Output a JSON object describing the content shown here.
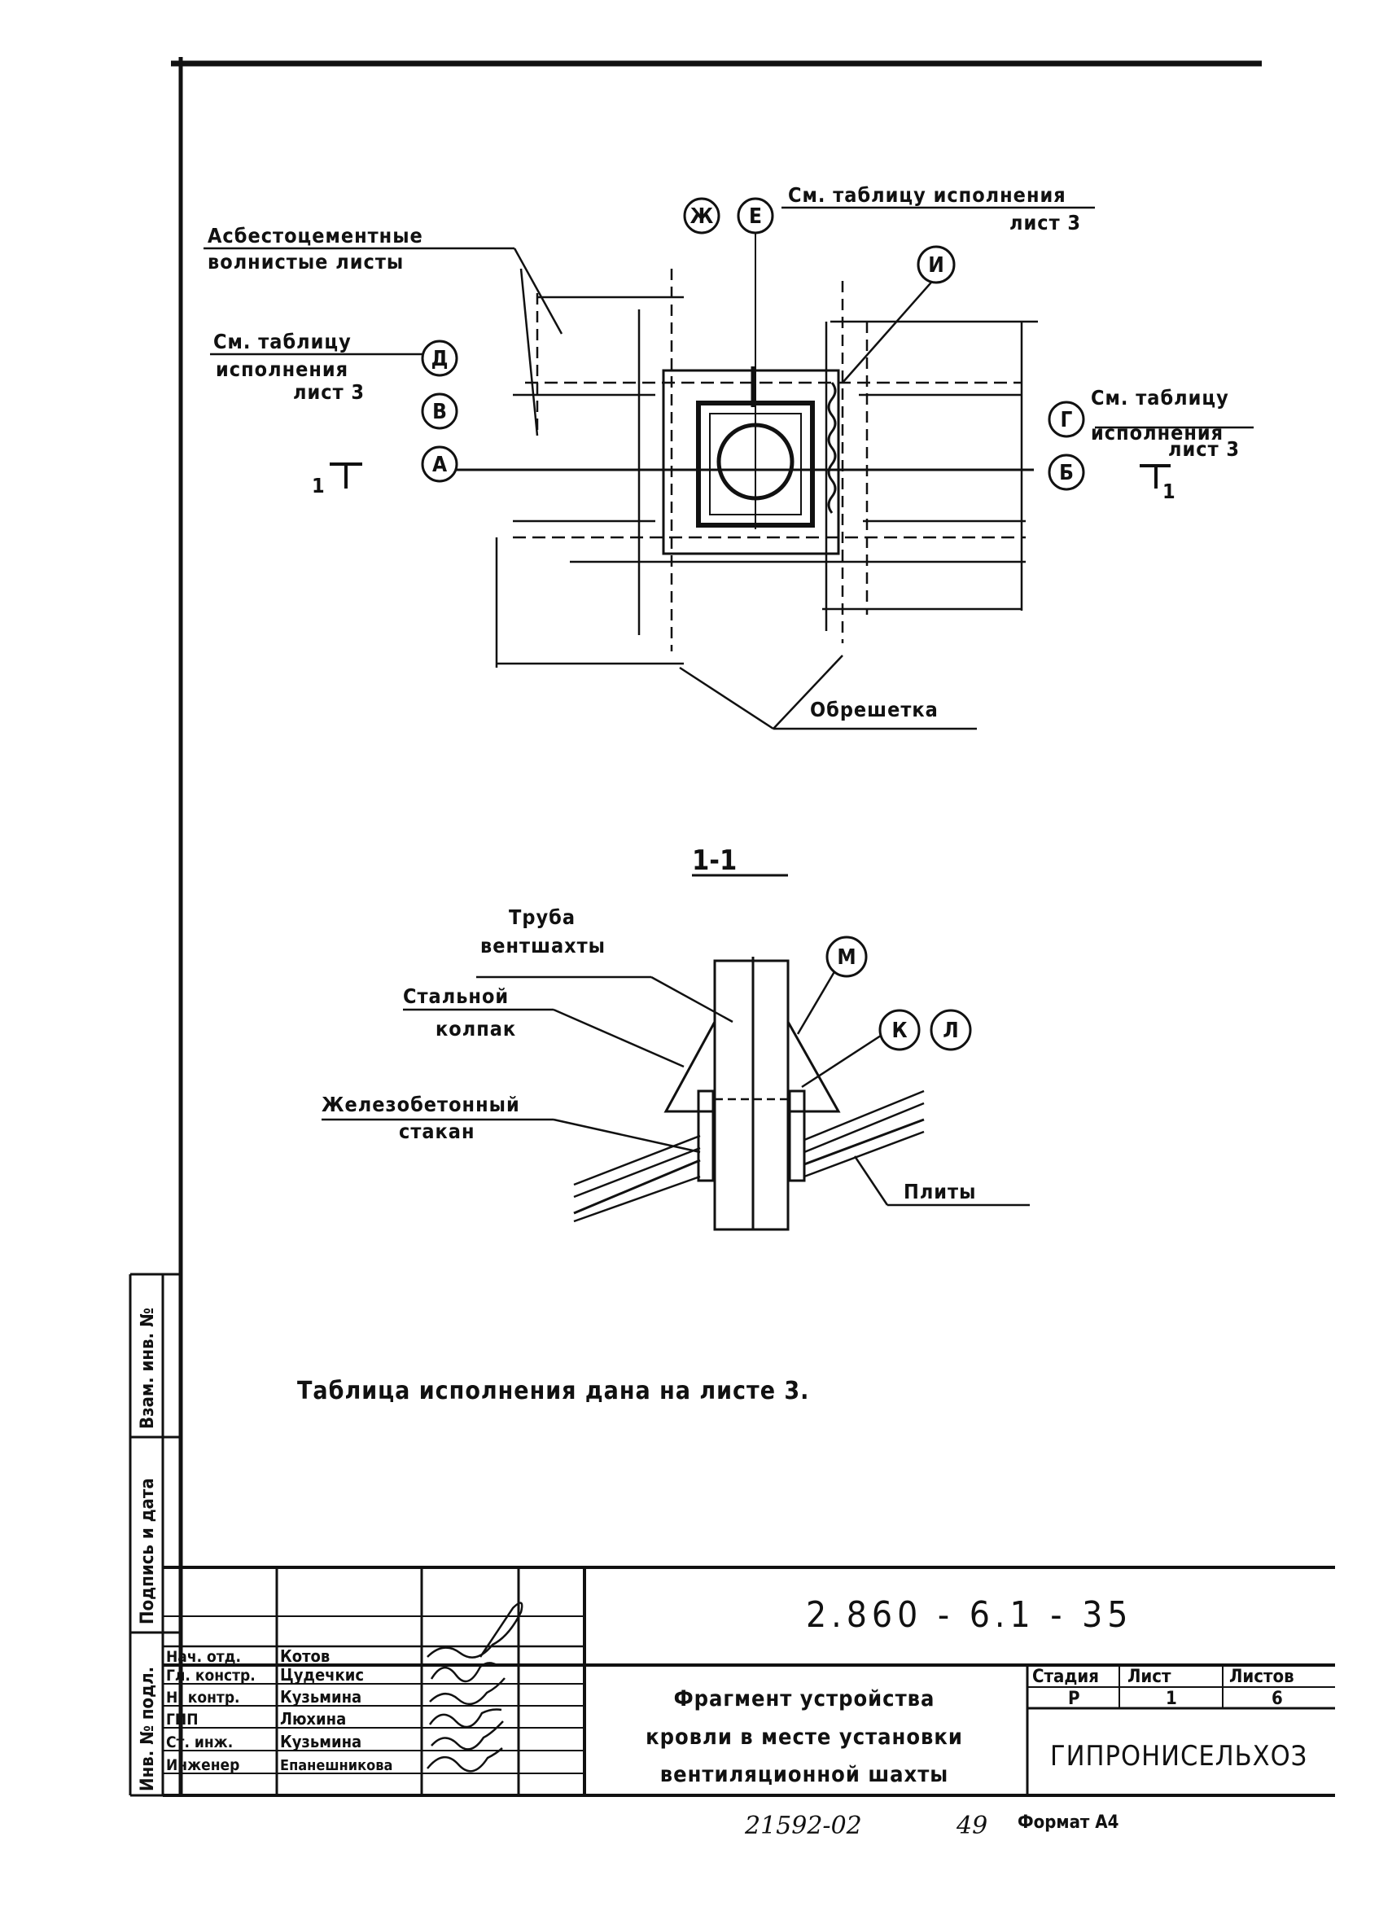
{
  "plan": {
    "callouts": {
      "zh": "Ж",
      "e": "Е",
      "i": "И",
      "d": "Д",
      "v": "В",
      "a": "А",
      "g": "Г",
      "b": "Б",
      "m": "М",
      "k": "К",
      "l": "Л"
    },
    "note_top": [
      "См. таблицу исполнения",
      "лист 3"
    ],
    "asbestos": [
      "Асбестоцементные",
      "волнистые листы"
    ],
    "note_left": [
      "См. таблицу",
      "исполнения",
      "лист 3"
    ],
    "note_right": [
      "См. таблицу",
      "исполнения",
      "лист 3"
    ],
    "obreshetka": "Обрешетка",
    "section_mark": "1"
  },
  "section": {
    "title": "1-1",
    "pipe": [
      "Труба",
      "вентшахты"
    ],
    "cap": [
      "Стальной",
      "колпак"
    ],
    "glass": [
      "Железобетонный",
      "стакан"
    ],
    "plates": "Плиты"
  },
  "table_note": "Таблица исполнения дана на листе 3.",
  "side_stamp": {
    "inv_orig": "Инв. № подл.",
    "sign_date": "Подпись и дата",
    "inv_replace": "Взам. инв. №"
  },
  "title_block": {
    "doc_code": "2.860 - 6.1 - 35",
    "title_lines": [
      "Фрагмент устройства",
      "кровли в месте установки",
      "вентиляционной шахты"
    ],
    "col_stage": "Стадия",
    "col_sheet": "Лист",
    "col_sheets": "Листов",
    "stage": "Р",
    "sheet": "1",
    "sheets": "6",
    "org": "ГИПРОНИСЕЛЬХОЗ",
    "roles": [
      {
        "role": "Нач. отд.",
        "name": "Котов"
      },
      {
        "role": "Гл. констр.",
        "name": "Цудечкис"
      },
      {
        "role": "Н. контр.",
        "name": "Кузьмина"
      },
      {
        "role": "ГИП",
        "name": "Люхина"
      },
      {
        "role": "Ст. инж.",
        "name": "Кузьмина"
      },
      {
        "role": "Инженер",
        "name": "Епанешникова"
      }
    ],
    "inventory": "21592-02",
    "page_no": "49",
    "format": "Формат А4"
  }
}
